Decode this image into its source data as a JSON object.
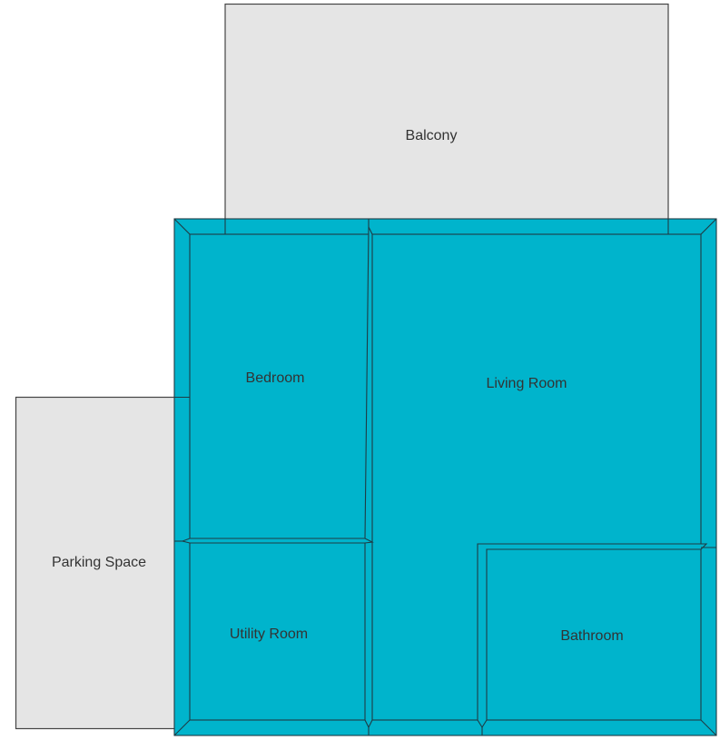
{
  "plan": {
    "colors": {
      "interior": "#00b4cc",
      "exterior": "#e5e5e5",
      "outline": "#1f3b44",
      "label": "#333333"
    },
    "rooms": [
      {
        "id": "balcony",
        "label": "Balcony"
      },
      {
        "id": "parking",
        "label": "Parking Space"
      },
      {
        "id": "bedroom",
        "label": "Bedroom"
      },
      {
        "id": "living",
        "label": "Living Room"
      },
      {
        "id": "utility",
        "label": "Utility Room"
      },
      {
        "id": "bathroom",
        "label": "Bathroom"
      }
    ]
  }
}
